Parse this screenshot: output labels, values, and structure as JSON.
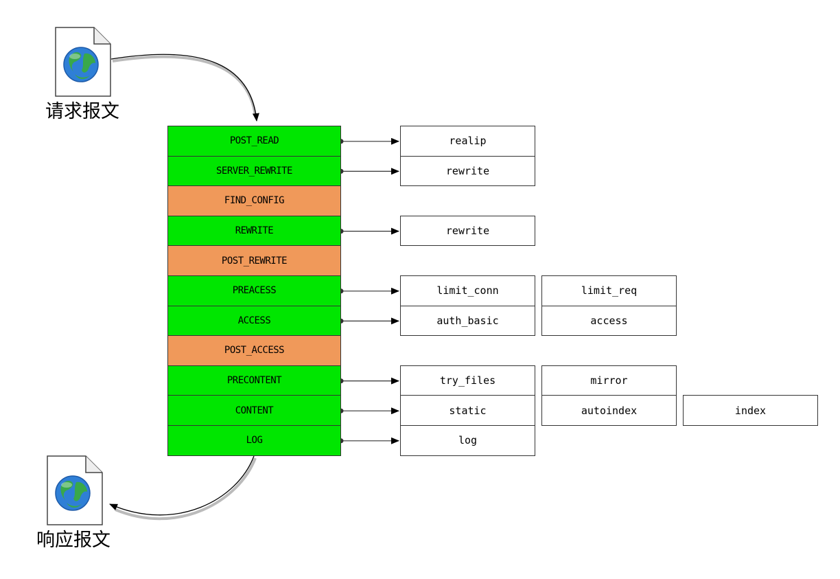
{
  "request_label": "请求报文",
  "response_label": "响应报文",
  "colors": {
    "handler_phase": "#00e600",
    "no_module_phase": "#f0995a",
    "border": "#333333"
  },
  "icons": {
    "request": "document-globe-icon",
    "response": "document-globe-icon"
  },
  "phases": [
    {
      "name": "POST_READ",
      "kind": "handler",
      "modules": [
        "realip"
      ]
    },
    {
      "name": "SERVER_REWRITE",
      "kind": "handler",
      "modules": [
        "rewrite"
      ]
    },
    {
      "name": "FIND_CONFIG",
      "kind": "no_module",
      "modules": []
    },
    {
      "name": "REWRITE",
      "kind": "handler",
      "modules": [
        "rewrite"
      ]
    },
    {
      "name": "POST_REWRITE",
      "kind": "no_module",
      "modules": []
    },
    {
      "name": "PREACESS",
      "kind": "handler",
      "modules": [
        "limit_conn",
        "limit_req"
      ]
    },
    {
      "name": "ACCESS",
      "kind": "handler",
      "modules": [
        "auth_basic",
        "access"
      ]
    },
    {
      "name": "POST_ACCESS",
      "kind": "no_module",
      "modules": []
    },
    {
      "name": "PRECONTENT",
      "kind": "handler",
      "modules": [
        "try_files",
        "mirror"
      ]
    },
    {
      "name": "CONTENT",
      "kind": "handler",
      "modules": [
        "static",
        "autoindex",
        "index"
      ]
    },
    {
      "name": "LOG",
      "kind": "handler",
      "modules": [
        "log"
      ]
    }
  ]
}
